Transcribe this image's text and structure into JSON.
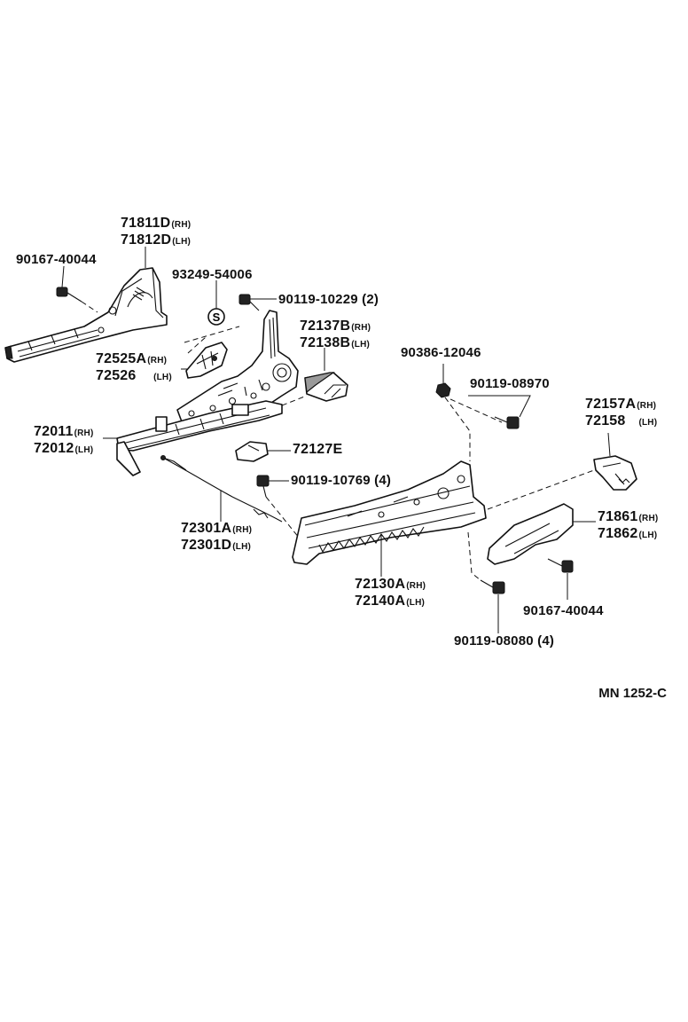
{
  "diagram": {
    "reference": "MN 1252-C",
    "labels": [
      {
        "id": "l-71811",
        "lines": [
          {
            "code": "71811D",
            "suffix": "(RH)"
          },
          {
            "code": "71812D",
            "suffix": "(LH)"
          }
        ]
      },
      {
        "id": "l-90167a",
        "lines": [
          {
            "code": "90167-40044",
            "suffix": ""
          }
        ]
      },
      {
        "id": "l-93249",
        "lines": [
          {
            "code": "93249-54006",
            "suffix": ""
          }
        ]
      },
      {
        "id": "l-90119-10229",
        "lines": [
          {
            "code": "90119-10229",
            "suffix": "",
            "qty": "(2)"
          }
        ]
      },
      {
        "id": "l-72137",
        "lines": [
          {
            "code": "72137B",
            "suffix": "(RH)"
          },
          {
            "code": "72138B",
            "suffix": "(LH)"
          }
        ]
      },
      {
        "id": "l-72525",
        "lines": [
          {
            "code": "72525A",
            "suffix": "(RH)"
          },
          {
            "code": "72526",
            "suffix": "(LH)"
          }
        ]
      },
      {
        "id": "l-90386",
        "lines": [
          {
            "code": "90386-12046",
            "suffix": ""
          }
        ]
      },
      {
        "id": "l-90119-08970",
        "lines": [
          {
            "code": "90119-08970",
            "suffix": ""
          }
        ]
      },
      {
        "id": "l-72011",
        "lines": [
          {
            "code": "72011",
            "suffix": "(RH)"
          },
          {
            "code": "72012",
            "suffix": "(LH)"
          }
        ]
      },
      {
        "id": "l-72157",
        "lines": [
          {
            "code": "72157A",
            "suffix": "(RH)"
          },
          {
            "code": "72158",
            "suffix": "(LH)"
          }
        ]
      },
      {
        "id": "l-72127",
        "lines": [
          {
            "code": "72127E",
            "suffix": ""
          }
        ]
      },
      {
        "id": "l-90119-10769",
        "lines": [
          {
            "code": "90119-10769",
            "suffix": "",
            "qty": "(4)"
          }
        ]
      },
      {
        "id": "l-72301",
        "lines": [
          {
            "code": "72301A",
            "suffix": "(RH)"
          },
          {
            "code": "72301D",
            "suffix": "(LH)"
          }
        ]
      },
      {
        "id": "l-71861",
        "lines": [
          {
            "code": "71861",
            "suffix": "(RH)"
          },
          {
            "code": "71862",
            "suffix": "(LH)"
          }
        ]
      },
      {
        "id": "l-72130",
        "lines": [
          {
            "code": "72130A",
            "suffix": "(RH)"
          },
          {
            "code": "72140A",
            "suffix": "(LH)"
          }
        ]
      },
      {
        "id": "l-90167b",
        "lines": [
          {
            "code": "90167-40044",
            "suffix": ""
          }
        ]
      },
      {
        "id": "l-90119-08080",
        "lines": [
          {
            "code": "90119-08080",
            "suffix": "",
            "qty": "(4)"
          }
        ]
      }
    ],
    "symbol_s": "S"
  }
}
